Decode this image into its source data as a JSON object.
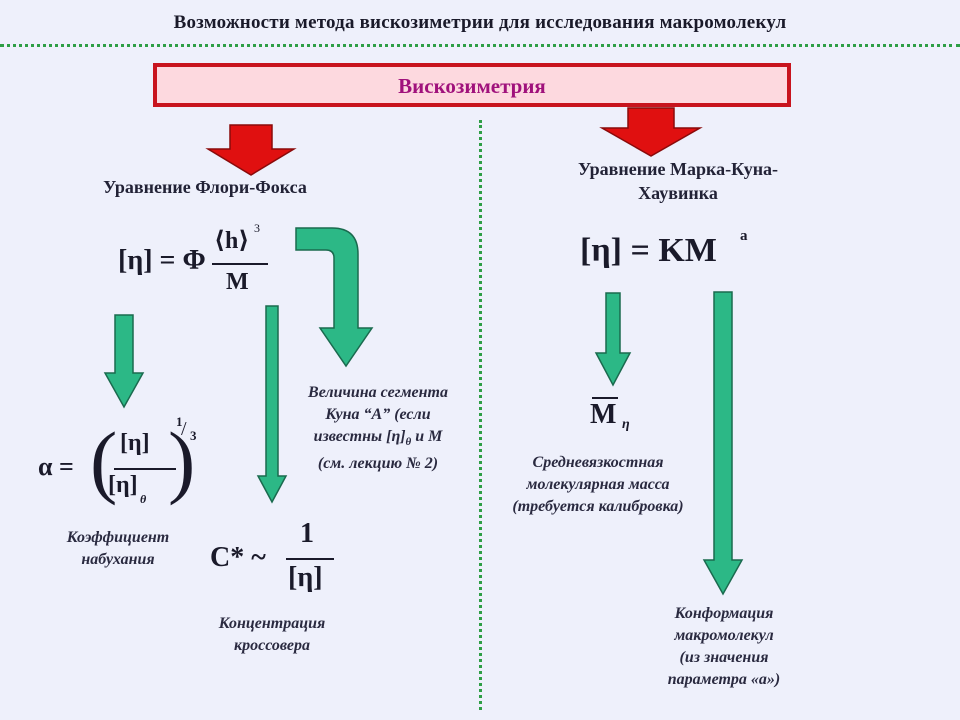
{
  "title": "Возможности метода вискозиметрии для исследования макромолекул",
  "top_box": "Вискозиметрия",
  "left": {
    "heading": "Уравнение Флори-Фокса",
    "formula": {
      "lhs": "[η] = Φ",
      "numerator": "⟨h⟩",
      "exponent": "3",
      "denominator": "M"
    },
    "swelling_formula": {
      "lhs": "α =",
      "numerator": "[η]",
      "denominator": "[η]",
      "denominator_subscript": "θ",
      "exponent_num": "1",
      "exponent_den": "3"
    },
    "swelling_label_1": "Коэффициент",
    "swelling_label_2": "набухания",
    "crossover_formula": {
      "lhs": "C* ~",
      "numerator": "1",
      "denominator": "[η]"
    },
    "crossover_label_1": "Концентрация",
    "crossover_label_2": "кроссовера",
    "kuhn_note_1": "Величина сегмента",
    "kuhn_note_2": "Куна “A” (если",
    "kuhn_note_3a": "известны [η]",
    "kuhn_note_3_sub": "θ",
    "kuhn_note_3b": " и M",
    "kuhn_note_4": "(см. лекцию № 2)"
  },
  "right": {
    "heading_1": "Уравнение Марка-Куна-",
    "heading_2": "Хаувинка",
    "formula": {
      "lhs": "[η] = KM",
      "exponent": "a"
    },
    "mass_symbol": "M",
    "mass_subscript": "η",
    "mass_label_1": "Средневязкостная",
    "mass_label_2": "молекулярная масса",
    "mass_label_3": "(требуется калибровка)",
    "conf_label_1": "Конформация",
    "conf_label_2": "макромолекул",
    "conf_label_3": "(из значения",
    "conf_label_4": "параметра «a»)"
  },
  "colors": {
    "red_arrow": "#e01010",
    "green_arrow": "#2cb886",
    "divider": "#2e9e45",
    "box_border": "#c8141e",
    "box_fill": "#fdd9df",
    "box_text": "#a0127c"
  }
}
